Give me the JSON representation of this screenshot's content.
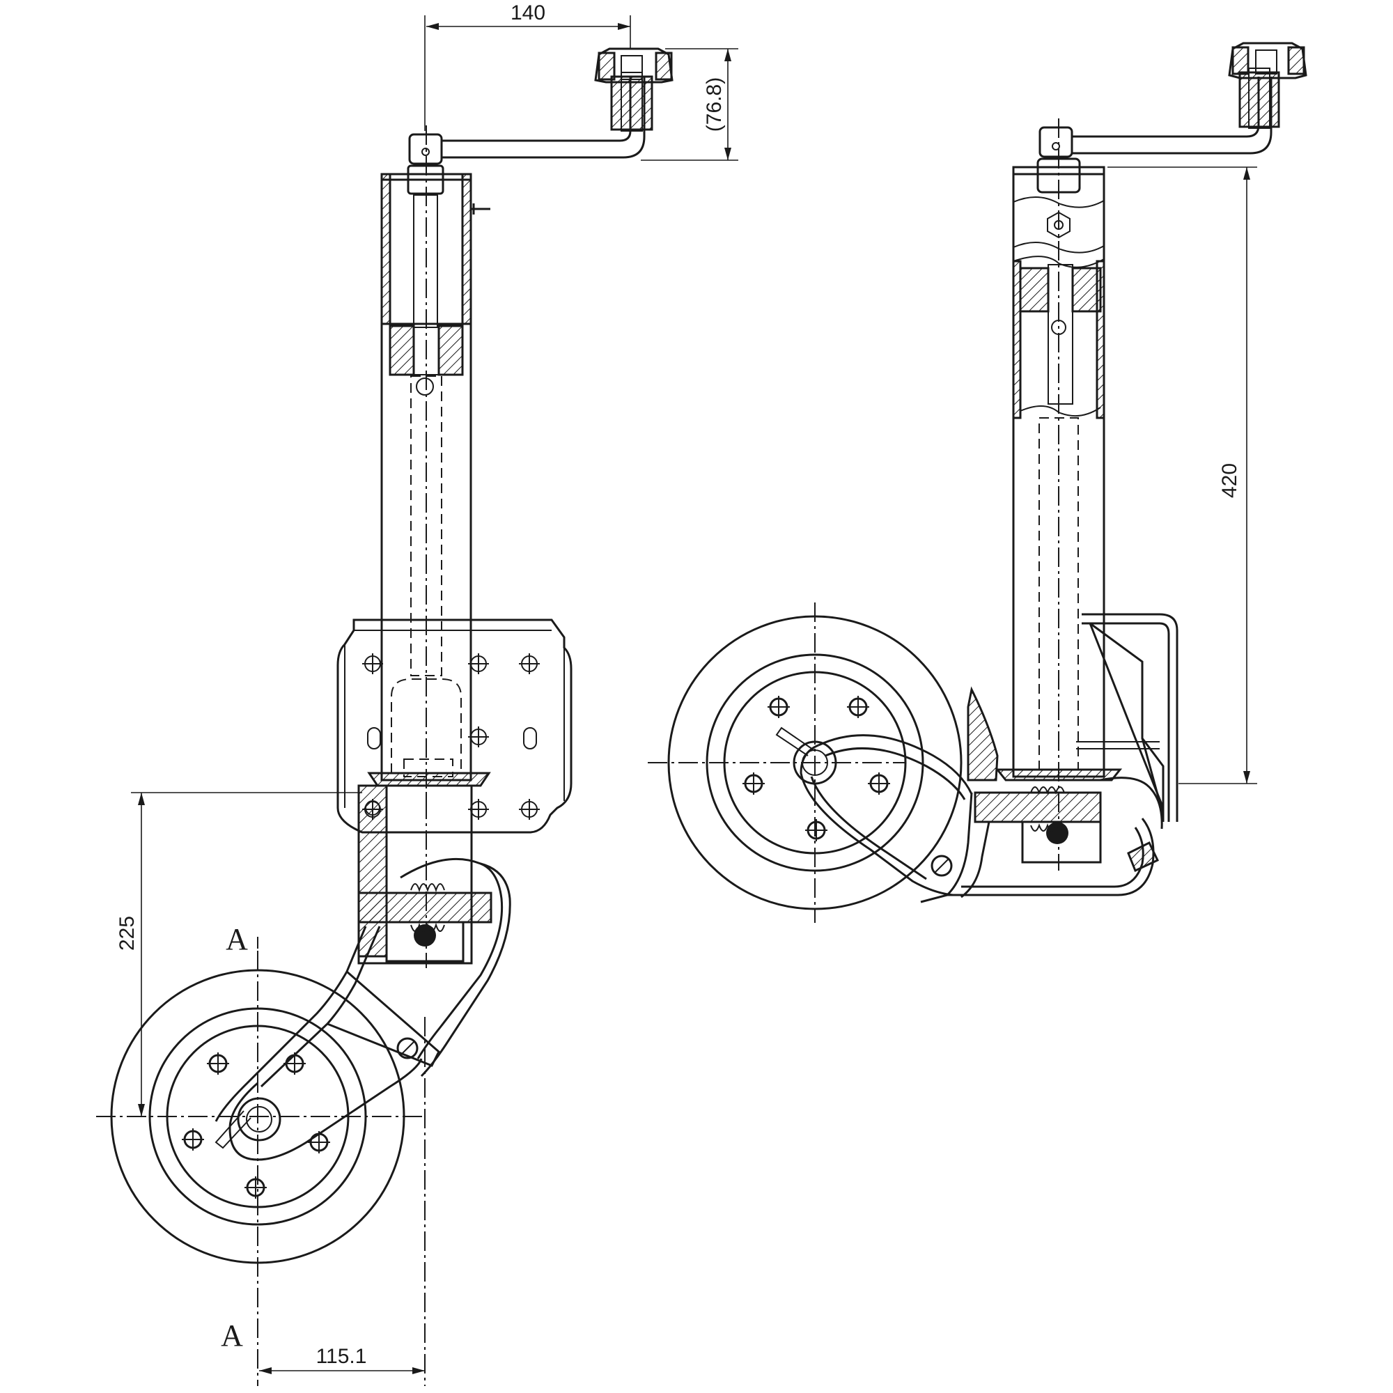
{
  "dimensions": {
    "crank_offset": "140",
    "knob_height": "(76.8)",
    "tube_length": "420",
    "wheel_drop": "225",
    "wheel_offset": "115.1"
  },
  "section_marks": {
    "top": "A",
    "bottom": "A"
  },
  "colors": {
    "line": "#1a1a1a",
    "background": "#ffffff"
  }
}
